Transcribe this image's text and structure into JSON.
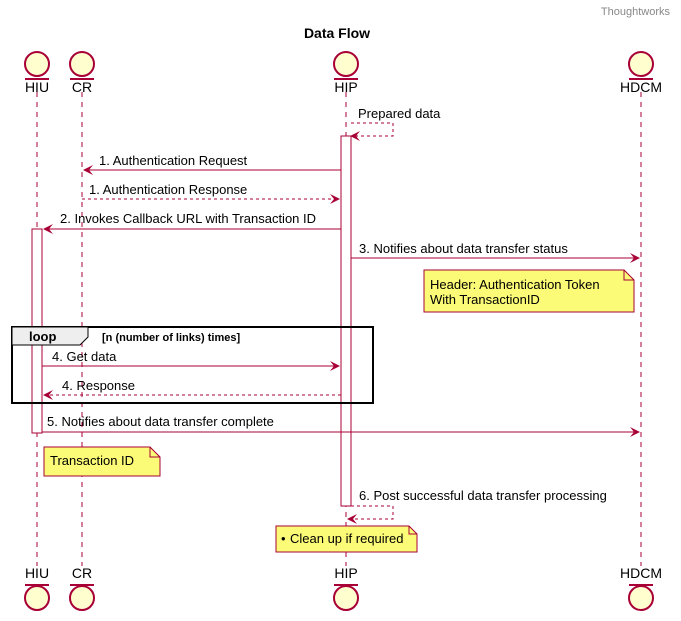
{
  "header": {
    "brand": "Thoughtworks"
  },
  "diagram": {
    "title": "Data Flow",
    "participants": [
      {
        "id": "HIU",
        "label": "HIU"
      },
      {
        "id": "CR",
        "label": "CR"
      },
      {
        "id": "HIP",
        "label": "HIP"
      },
      {
        "id": "HDCM",
        "label": "HDCM"
      }
    ],
    "messages": [
      {
        "from": "HIP",
        "to": "HIP",
        "label": "Prepared data",
        "dashed": true
      },
      {
        "from": "HIP",
        "to": "CR",
        "label": "1. Authentication Request",
        "dashed": false
      },
      {
        "from": "CR",
        "to": "HIP",
        "label": "1. Authentication Response",
        "dashed": true
      },
      {
        "from": "HIP",
        "to": "HIU",
        "label": "2. Invokes Callback URL with Transaction ID",
        "dashed": false
      },
      {
        "from": "HIP",
        "to": "HDCM",
        "label": "3. Notifies about data transfer status",
        "dashed": false
      },
      {
        "from": "HIU",
        "to": "HIP",
        "label": "4. Get data",
        "dashed": false
      },
      {
        "from": "HIP",
        "to": "HIU",
        "label": "4. Response",
        "dashed": true
      },
      {
        "from": "HIU",
        "to": "HDCM",
        "label": "5. Notifies about data transfer complete",
        "dashed": false
      },
      {
        "from": "HIP",
        "to": "HIP",
        "label": "6. Post successful data transfer processing",
        "dashed": true
      }
    ],
    "notes": [
      {
        "lines": [
          "Header: Authentication Token",
          "With TransactionID"
        ]
      },
      {
        "lines": [
          "Transaction ID"
        ]
      },
      {
        "lines": [
          "Clean up if required"
        ],
        "bullet": "•"
      }
    ],
    "loop": {
      "keyword": "loop",
      "condition": "[n (number of links) times]"
    },
    "colors": {
      "lifeline": "#A80036",
      "actor_fill": "#FEFECE",
      "note_fill": "#FBFB77",
      "activation_fill": "#FFFFFF"
    }
  }
}
